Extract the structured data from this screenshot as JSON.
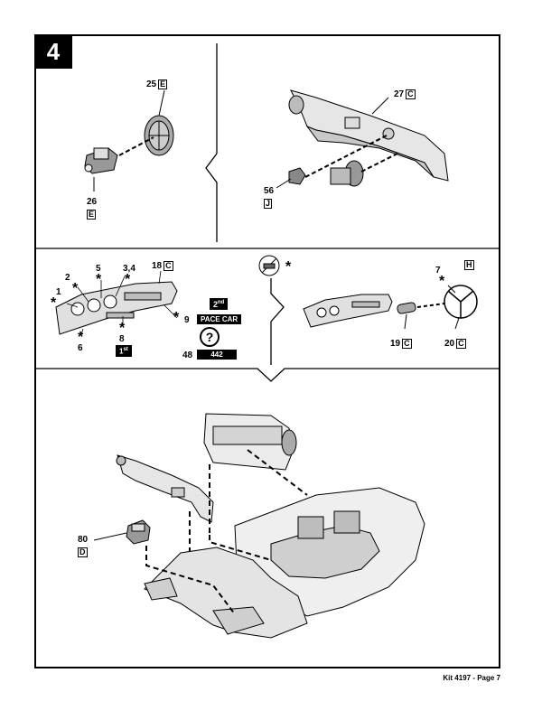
{
  "step": {
    "number": "4"
  },
  "panel_top_left": {
    "callouts": [
      {
        "num": "25",
        "letter": "E"
      },
      {
        "num": "26",
        "letter": "E"
      }
    ]
  },
  "panel_top_right": {
    "callouts": [
      {
        "num": "27",
        "letter": "C"
      },
      {
        "num": "56",
        "letter": "J"
      }
    ]
  },
  "panel_mid_left": {
    "callouts": [
      {
        "num": "1"
      },
      {
        "num": "2"
      },
      {
        "num": "5"
      },
      {
        "num": "3,4"
      },
      {
        "num": "18",
        "letter": "C"
      },
      {
        "num": "6"
      },
      {
        "num": "8"
      },
      {
        "num": "9"
      },
      {
        "num": "48"
      }
    ],
    "decal_labels": {
      "second": "2",
      "second_suffix": "nd",
      "first": "1",
      "first_suffix": "st",
      "pace_car": "PACE CAR",
      "model": "442",
      "question": "?"
    },
    "star": "*"
  },
  "panel_mid_right": {
    "callouts": [
      {
        "num": "7",
        "letter": "H"
      },
      {
        "num": "19",
        "letter": "C"
      },
      {
        "num": "20",
        "letter": "C"
      }
    ],
    "star": "*"
  },
  "panel_bottom": {
    "callouts": [
      {
        "num": "80",
        "letter": "D"
      }
    ]
  },
  "footer": {
    "text": "Kit 4197 - Page 7"
  }
}
